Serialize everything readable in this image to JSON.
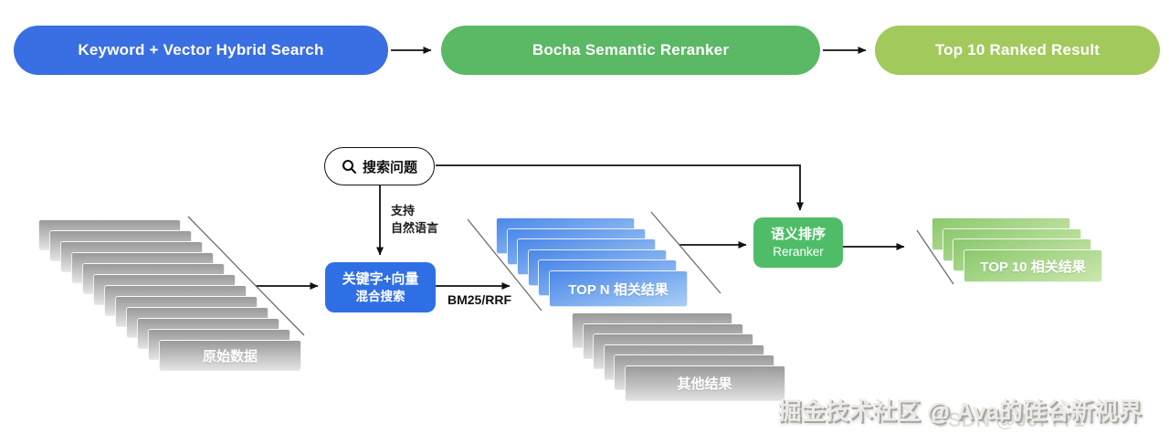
{
  "pipeline": {
    "steps": [
      {
        "label": "Keyword + Vector Hybrid Search",
        "color": "#3a6ee3"
      },
      {
        "label": "Bocha Semantic Reranker",
        "color": "#5bb865"
      },
      {
        "label": "Top 10 Ranked Result",
        "color": "#a2c95c"
      }
    ]
  },
  "flow": {
    "query": {
      "label": "搜索问题",
      "icon": "search-icon"
    },
    "query_note": [
      "支持",
      "自然语言"
    ],
    "hybrid_box": {
      "line1": "关键字+向量",
      "line2": "混合搜索",
      "color": "#2f6fe6"
    },
    "fusion_label": "BM25/RRF",
    "rerank_box": {
      "line1": "语义排序",
      "line2": "Reranker",
      "color": "#4fbd68"
    },
    "stacks": {
      "raw": {
        "label": "原始数据",
        "count": 12,
        "color_top": "#9a9a9a",
        "color_bottom": "#e3e3e3"
      },
      "topn": {
        "label": "TOP N 相关结果",
        "count": 6,
        "color_top": "#4a87e9",
        "color_bottom": "#a9cdf6"
      },
      "other": {
        "label": "其他结果",
        "count": 6,
        "color_top": "#9a9a9a",
        "color_bottom": "#e0e0e0"
      },
      "top10": {
        "label": "TOP 10 相关结果",
        "count": 4,
        "color_top": "#8bc86d",
        "color_bottom": "#cbe7ae"
      }
    }
  },
  "watermark": {
    "main": "掘金技术社区 @ Ava的硅谷新视界",
    "faint": "CSDN @007??1"
  }
}
